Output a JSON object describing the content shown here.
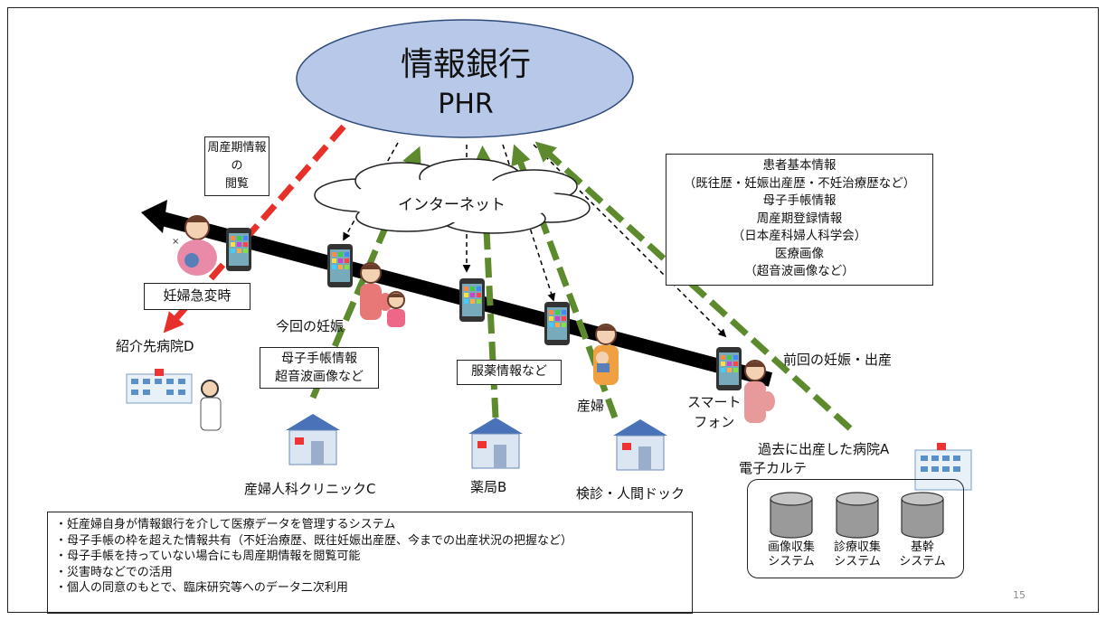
{
  "bank": {
    "title": "情報銀行",
    "subtitle": "PHR"
  },
  "internet": "インターネット",
  "browse_box": [
    "周産期情報",
    "の",
    "閲覧"
  ],
  "info_box": [
    "患者基本情報",
    "（既往歴・妊娠出産歴・不妊治療歴など）",
    "母子手帳情報",
    "周産期登録情報",
    "（日本産科婦人科学会）",
    "医療画像",
    "（超音波画像など）"
  ],
  "emergency": "妊婦急変時",
  "referral_hospital": "紹介先病院D",
  "current_pregnancy": "今回の妊娠",
  "mother_info_box": [
    "母子手帳情報",
    "超音波画像など"
  ],
  "medication_box": "服薬情報など",
  "postpartum": "産婦",
  "smartphone": [
    "スマート",
    "フォン"
  ],
  "previous_pregnancy": "前回の妊娠・出産",
  "clinic": "産婦人科クリニックC",
  "pharmacy": "薬局B",
  "checkup": "検診・人間ドック",
  "hospital_a": "過去に出産した病院A",
  "emr": "電子カルテ",
  "systems": [
    [
      "画像収集",
      "システム"
    ],
    [
      "診療収集",
      "システム"
    ],
    [
      "基幹",
      "システム"
    ]
  ],
  "bullets": [
    "妊産婦自身が情報銀行を介して医療データを管理するシステム",
    "母子手帳の枠を超えた情報共有（不妊治療歴、既往妊娠出産歴、今までの出産状況の把握など）",
    "母子手帳を持っていない場合にも周産期情報を閲覧可能",
    "災害時などでの活用",
    "個人の同意のもとで、臨床研究等へのデータ二次利用"
  ],
  "page_number": "15",
  "colors": {
    "ellipse_fill": "#b7c8e8",
    "ellipse_stroke": "#2e4a7a",
    "green_arrow": "#5e8a2e",
    "red_arrow": "#e8302a",
    "timeline": "#000000"
  }
}
